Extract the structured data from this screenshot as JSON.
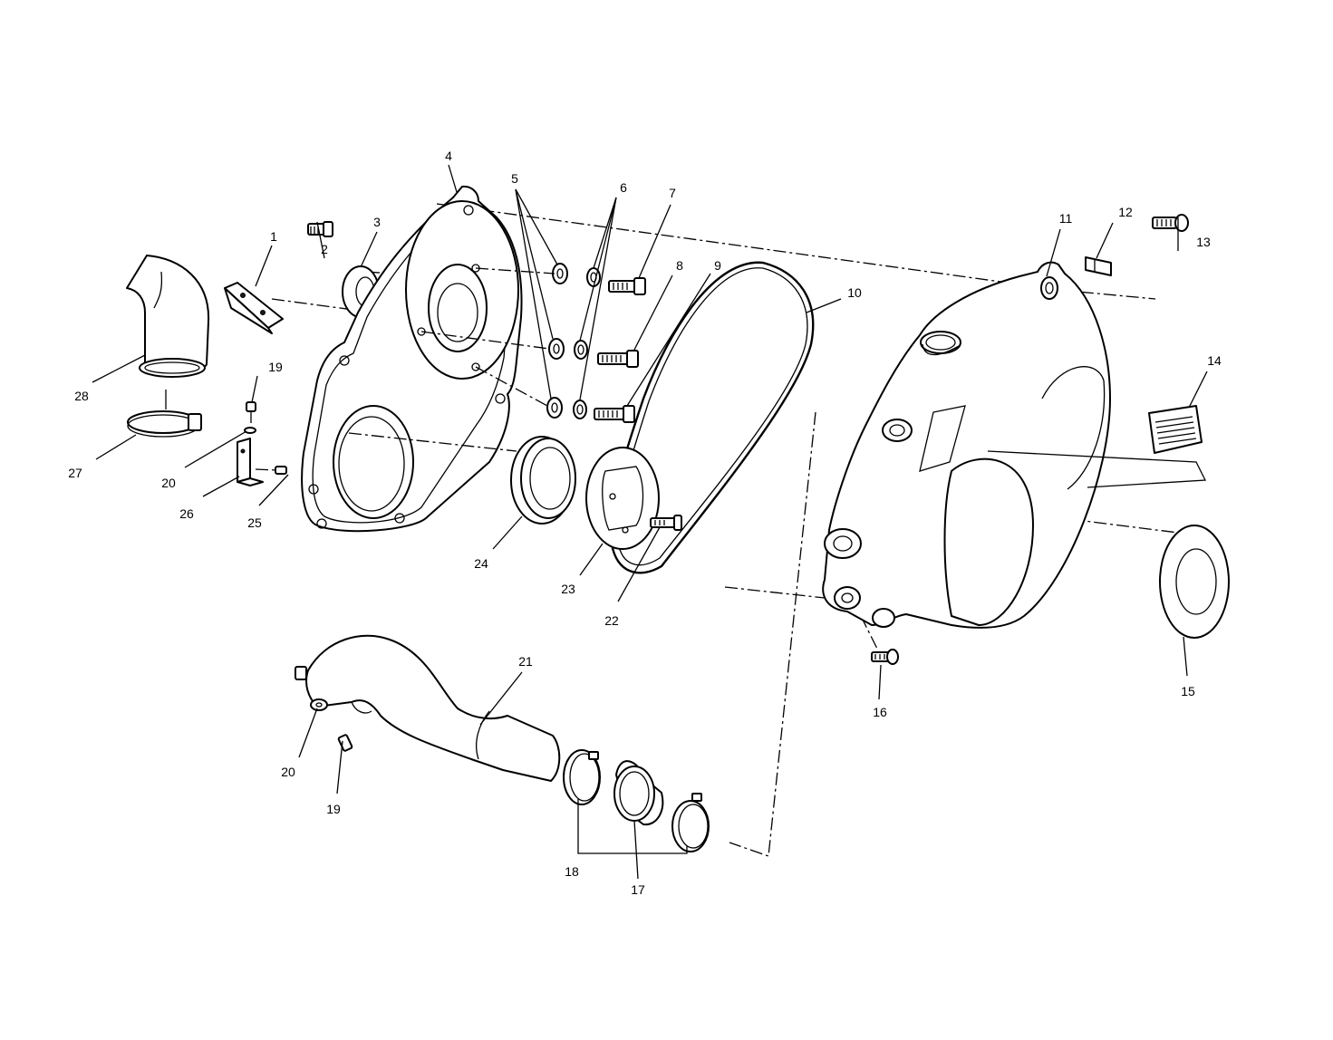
{
  "diagram": {
    "callouts": [
      {
        "id": "c1",
        "text": "1"
      },
      {
        "id": "c2",
        "text": "2"
      },
      {
        "id": "c3",
        "text": "3"
      },
      {
        "id": "c4",
        "text": "4"
      },
      {
        "id": "c5",
        "text": "5"
      },
      {
        "id": "c6",
        "text": "6"
      },
      {
        "id": "c7",
        "text": "7"
      },
      {
        "id": "c8",
        "text": "8"
      },
      {
        "id": "c9",
        "text": "9"
      },
      {
        "id": "c10",
        "text": "10"
      },
      {
        "id": "c11",
        "text": "11"
      },
      {
        "id": "c12",
        "text": "12"
      },
      {
        "id": "c13",
        "text": "13"
      },
      {
        "id": "c14",
        "text": "14"
      },
      {
        "id": "c15",
        "text": "15"
      },
      {
        "id": "c16",
        "text": "16"
      },
      {
        "id": "c17",
        "text": "17"
      },
      {
        "id": "c18",
        "text": "18"
      },
      {
        "id": "c19a",
        "text": "19"
      },
      {
        "id": "c19b",
        "text": "19"
      },
      {
        "id": "c20a",
        "text": "20"
      },
      {
        "id": "c20b",
        "text": "20"
      },
      {
        "id": "c21",
        "text": "21"
      },
      {
        "id": "c22",
        "text": "22"
      },
      {
        "id": "c23",
        "text": "23"
      },
      {
        "id": "c24",
        "text": "24"
      },
      {
        "id": "c25",
        "text": "25"
      },
      {
        "id": "c26",
        "text": "26"
      },
      {
        "id": "c27",
        "text": "27"
      },
      {
        "id": "c28",
        "text": "28"
      }
    ]
  }
}
